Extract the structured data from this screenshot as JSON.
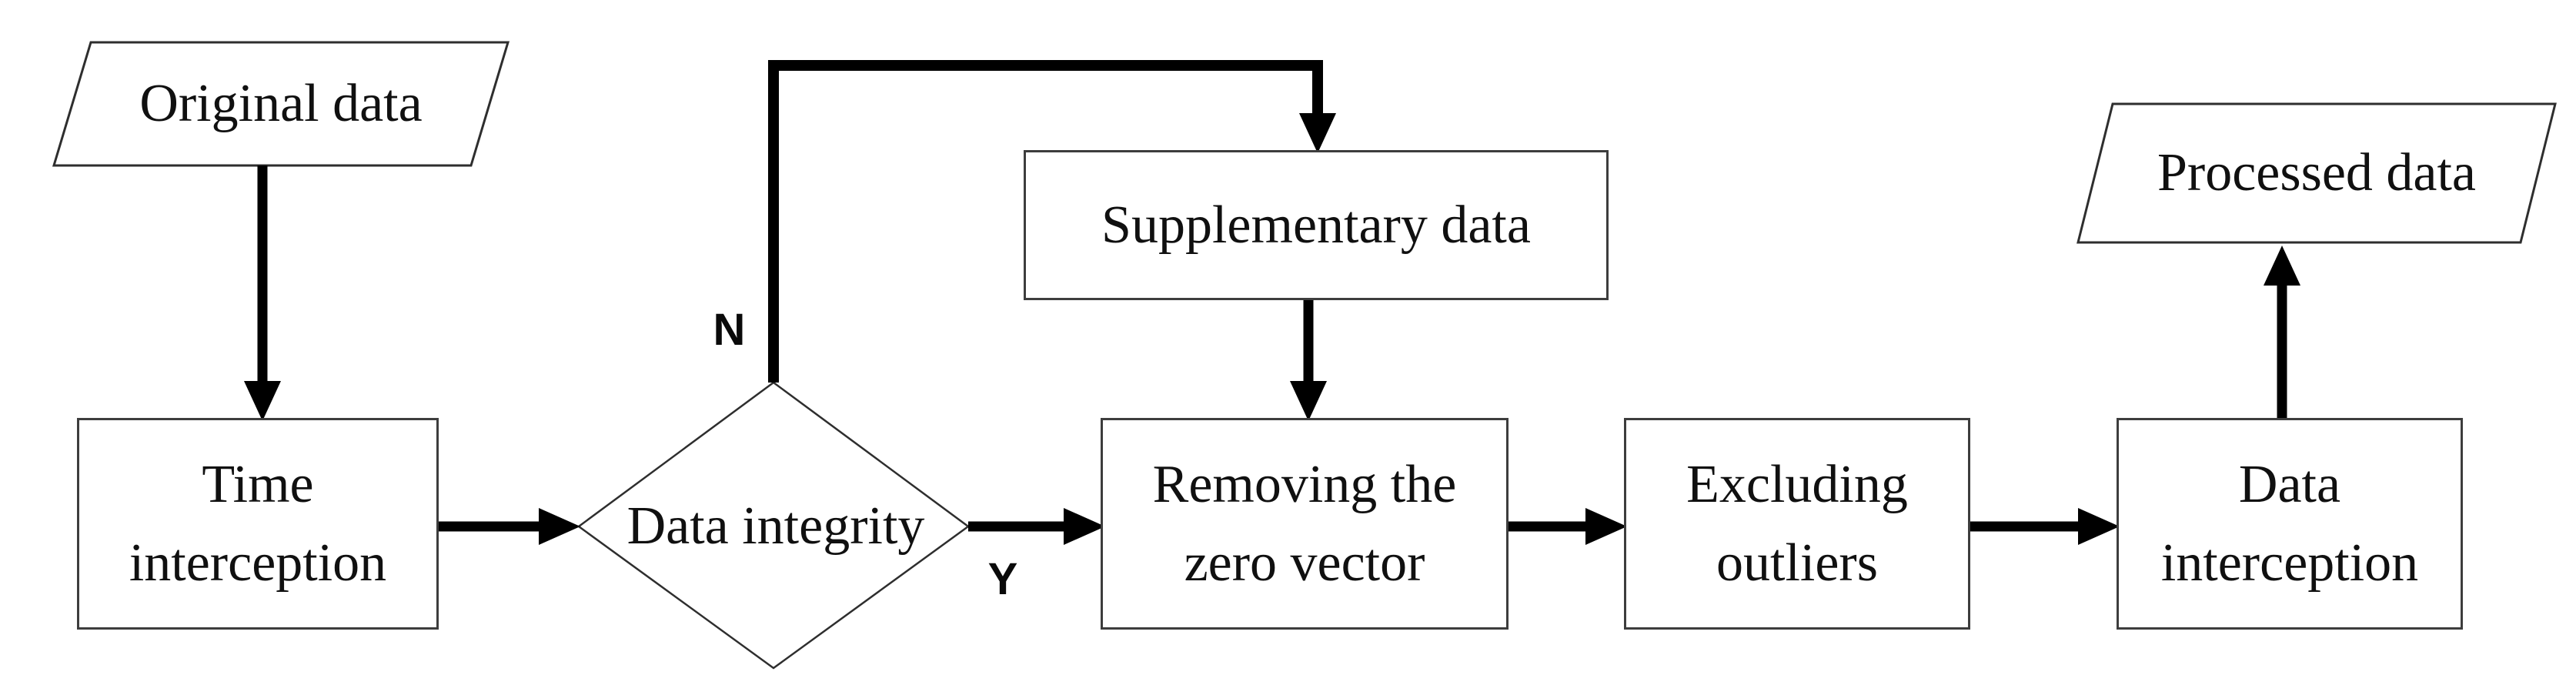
{
  "flowchart": {
    "background": "#ffffff",
    "colors": {
      "box_border": "#3d3d3d",
      "shape_border": "#2e2e2e",
      "text": "#101010",
      "arrow": "#000000"
    },
    "nodes": [
      {
        "id": "original-data",
        "shape": "parallelogram",
        "label": "Original data"
      },
      {
        "id": "time-interception",
        "shape": "rectangle",
        "label": "Time\ninterception"
      },
      {
        "id": "data-integrity",
        "shape": "diamond",
        "label": "Data integrity"
      },
      {
        "id": "supplementary-data",
        "shape": "rectangle",
        "label": "Supplementary data"
      },
      {
        "id": "removing-zero-vector",
        "shape": "rectangle",
        "label": "Removing the\nzero vector"
      },
      {
        "id": "excluding-outliers",
        "shape": "rectangle",
        "label": "Excluding\noutliers"
      },
      {
        "id": "data-interception",
        "shape": "rectangle",
        "label": "Data\ninterception"
      },
      {
        "id": "processed-data",
        "shape": "parallelogram",
        "label": "Processed data"
      }
    ],
    "branch_labels": {
      "no": "N",
      "yes": "Y"
    },
    "edges": [
      {
        "from": "original-data",
        "to": "time-interception"
      },
      {
        "from": "time-interception",
        "to": "data-integrity"
      },
      {
        "from": "data-integrity",
        "to": "supplementary-data",
        "label": "N"
      },
      {
        "from": "supplementary-data",
        "to": "removing-zero-vector"
      },
      {
        "from": "data-integrity",
        "to": "removing-zero-vector",
        "label": "Y"
      },
      {
        "from": "removing-zero-vector",
        "to": "excluding-outliers"
      },
      {
        "from": "excluding-outliers",
        "to": "data-interception"
      },
      {
        "from": "data-interception",
        "to": "processed-data"
      }
    ]
  }
}
